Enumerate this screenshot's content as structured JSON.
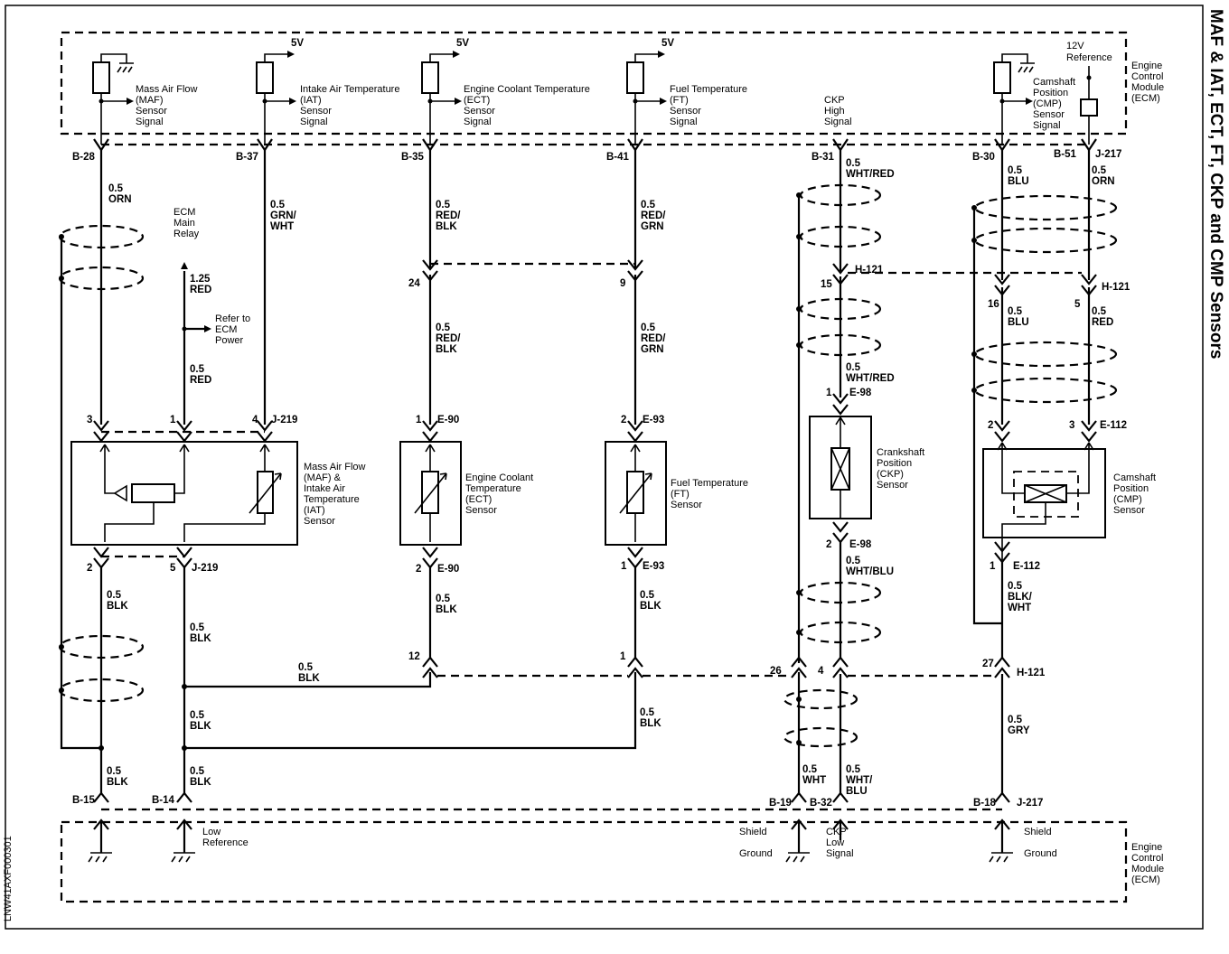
{
  "title": "MAF & IAT, ECT, FT, CKP and CMP Sensors",
  "drawing_code": "LNW41AXF000301",
  "ecm_label": [
    "Engine",
    "Control",
    "Module",
    "(ECM)"
  ],
  "ecm_top": {
    "maf_signal": [
      "Mass Air Flow",
      "(MAF)",
      "Sensor",
      "Signal"
    ],
    "iat_signal": [
      "Intake Air Temperature",
      "(IAT)",
      "Sensor",
      "Signal"
    ],
    "ect_signal": [
      "Engine Coolant Temperature",
      "(ECT)",
      "Sensor",
      "Signal"
    ],
    "ft_signal": [
      "Fuel Temperature",
      "(FT)",
      "Sensor",
      "Signal"
    ],
    "ckp_high": [
      "CKP",
      "High",
      "Signal"
    ],
    "cmp_signal": [
      "Camshaft",
      "Position",
      "(CMP)",
      "Sensor",
      "Signal"
    ],
    "ref_12v": [
      "12V",
      "Reference"
    ],
    "v5": "5V"
  },
  "ecm_bottom": {
    "low_ref": [
      "Low",
      "Reference"
    ],
    "shield_ground": [
      "Shield",
      "Ground"
    ],
    "ckp_low": [
      "CKP",
      "Low",
      "Signal"
    ]
  },
  "connectors": {
    "b28": "B-28",
    "b37": "B-37",
    "b35": "B-35",
    "b41": "B-41",
    "b31": "B-31",
    "b30": "B-30",
    "b51": "B-51",
    "j217": "J-217",
    "b15": "B-15",
    "b14": "B-14",
    "b19": "B-19",
    "b32": "B-32",
    "b18": "B-18",
    "j219": "J-219",
    "e90": "E-90",
    "e93": "E-93",
    "e98": "E-98",
    "e112": "E-112",
    "h121": "H-121"
  },
  "pins": {
    "p3": "3",
    "p1": "1",
    "p4": "4",
    "p2": "2",
    "p5": "5",
    "p24": "24",
    "p9": "9",
    "p12": "12",
    "p15": "15",
    "p16": "16",
    "p26": "26",
    "p27": "27"
  },
  "wires": {
    "orn": [
      "0.5",
      "ORN"
    ],
    "red125": [
      "1.25",
      "RED"
    ],
    "red05": [
      "0.5",
      "RED"
    ],
    "grn_wht": [
      "0.5",
      "GRN/",
      "WHT"
    ],
    "red_blk": [
      "0.5",
      "RED/",
      "BLK"
    ],
    "red_grn": [
      "0.5",
      "RED/",
      "GRN"
    ],
    "wht_red": [
      "0.5",
      "WHT/RED"
    ],
    "blu": [
      "0.5",
      "BLU"
    ],
    "blk": [
      "0.5",
      "BLK"
    ],
    "wht_blu": [
      "0.5",
      "WHT/BLU"
    ],
    "wht_blu2": [
      "0.5",
      "WHT/",
      "BLU"
    ],
    "blk_wht": [
      "0.5",
      "BLK/",
      "WHT"
    ],
    "gry": [
      "0.5",
      "GRY"
    ],
    "wht": [
      "0.5",
      "WHT"
    ]
  },
  "ecm_main_relay": [
    "ECM",
    "Main",
    "Relay"
  ],
  "refer_ecm_power": [
    "Refer to",
    "ECM",
    "Power"
  ],
  "sensors": {
    "maf_iat": [
      "Mass Air Flow",
      "(MAF) &",
      "Intake Air",
      "Temperature",
      "(IAT)",
      "Sensor"
    ],
    "ect": [
      "Engine Coolant",
      "Temperature",
      "(ECT)",
      "Sensor"
    ],
    "ft": [
      "Fuel Temperature",
      "(FT)",
      "Sensor"
    ],
    "ckp": [
      "Crankshaft",
      "Position",
      "(CKP)",
      "Sensor"
    ],
    "cmp": [
      "Camshaft",
      "Position",
      "(CMP)",
      "Sensor"
    ]
  }
}
